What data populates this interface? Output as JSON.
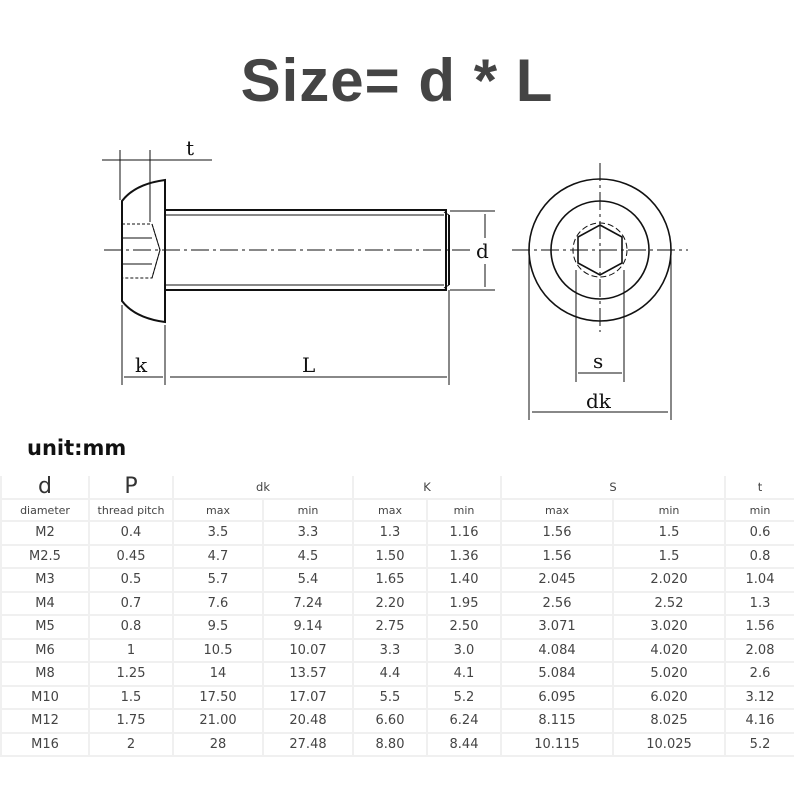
{
  "title": "Size= d * L",
  "diagram": {
    "side_view_labels": {
      "t": "t",
      "k": "k",
      "L": "L",
      "d": "d"
    },
    "end_view_labels": {
      "s": "s",
      "dk": "dk"
    }
  },
  "unit_label": "unit:mm",
  "table": {
    "group_headers": {
      "d": "d",
      "d_sub": "diameter",
      "p": "P",
      "p_sub": "thread pitch",
      "dk": "dk",
      "k": "K",
      "s": "S",
      "t": "t"
    },
    "sub_headers": [
      "max",
      "min",
      "max",
      "min",
      "max",
      "min",
      "min"
    ],
    "rows": [
      [
        "M2",
        "0.4",
        "3.5",
        "3.3",
        "1.3",
        "1.16",
        "1.56",
        "1.5",
        "0.6"
      ],
      [
        "M2.5",
        "0.45",
        "4.7",
        "4.5",
        "1.50",
        "1.36",
        "1.56",
        "1.5",
        "0.8"
      ],
      [
        "M3",
        "0.5",
        "5.7",
        "5.4",
        "1.65",
        "1.40",
        "2.045",
        "2.020",
        "1.04"
      ],
      [
        "M4",
        "0.7",
        "7.6",
        "7.24",
        "2.20",
        "1.95",
        "2.56",
        "2.52",
        "1.3"
      ],
      [
        "M5",
        "0.8",
        "9.5",
        "9.14",
        "2.75",
        "2.50",
        "3.071",
        "3.020",
        "1.56"
      ],
      [
        "M6",
        "1",
        "10.5",
        "10.07",
        "3.3",
        "3.0",
        "4.084",
        "4.020",
        "2.08"
      ],
      [
        "M8",
        "1.25",
        "14",
        "13.57",
        "4.4",
        "4.1",
        "5.084",
        "5.020",
        "2.6"
      ],
      [
        "M10",
        "1.5",
        "17.50",
        "17.07",
        "5.5",
        "5.2",
        "6.095",
        "6.020",
        "3.12"
      ],
      [
        "M12",
        "1.75",
        "21.00",
        "20.48",
        "6.60",
        "6.24",
        "8.115",
        "8.025",
        "4.16"
      ],
      [
        "M16",
        "2",
        "28",
        "27.48",
        "8.80",
        "8.44",
        "10.115",
        "10.025",
        "5.2"
      ]
    ]
  }
}
